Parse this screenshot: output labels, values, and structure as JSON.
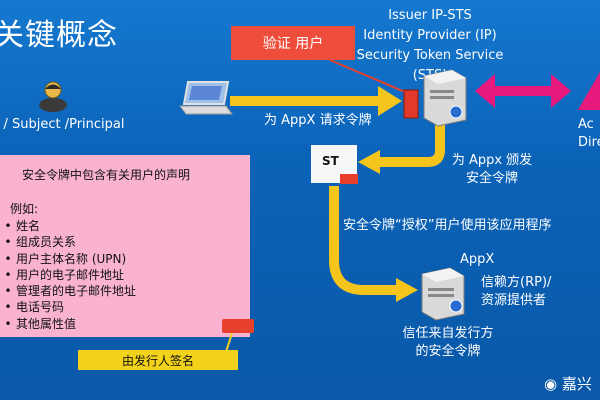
{
  "slide": {
    "title": "关键概念",
    "sts_label_line1": "Issuer IP-STS",
    "sts_label_line2": "Identity Provider (IP)",
    "sts_label_line3": "Security Token Service (STS)",
    "verify_box": "验证 用户",
    "subject_label": "r / Subject /Principal",
    "request_label": "为 AppX 请求令牌",
    "issue_label_line1": "为 Appx 颁发",
    "issue_label_line2": "安全令牌",
    "st_label": "ST",
    "authz_label": "安全令牌“授权”用户使用该应用程序",
    "appx_label": "AppX",
    "rp_label_line1": "信赖方(RP)/",
    "rp_label_line2": "资源提供者",
    "trust_label_line1": "信任来自发行方",
    "trust_label_line2": "的安全令牌",
    "ad_label_line1": "Ac",
    "ad_label_line2": "Dire",
    "signer_label": "由发行人签名",
    "watermark": "嘉兴"
  },
  "note": {
    "title": "安全令牌中包含有关用户的声明",
    "intro": "例如:",
    "claims": [
      "姓名",
      "组成员关系",
      "用户主体名称 (UPN)",
      "用户的电子邮件地址",
      "管理者的电子邮件地址",
      "电话号码",
      "其他属性值"
    ]
  },
  "colors": {
    "background": "#0b63b8",
    "arrow_yellow": "#f6c51c",
    "arrow_magenta": "#e8197d",
    "note_pink": "#f9b3d1",
    "verify_red": "#ee4d3c",
    "signer_yellow": "#f2d21a"
  },
  "icons": [
    "user-icon",
    "laptop-icon",
    "server-icon",
    "token-doc-icon",
    "directory-icon"
  ]
}
